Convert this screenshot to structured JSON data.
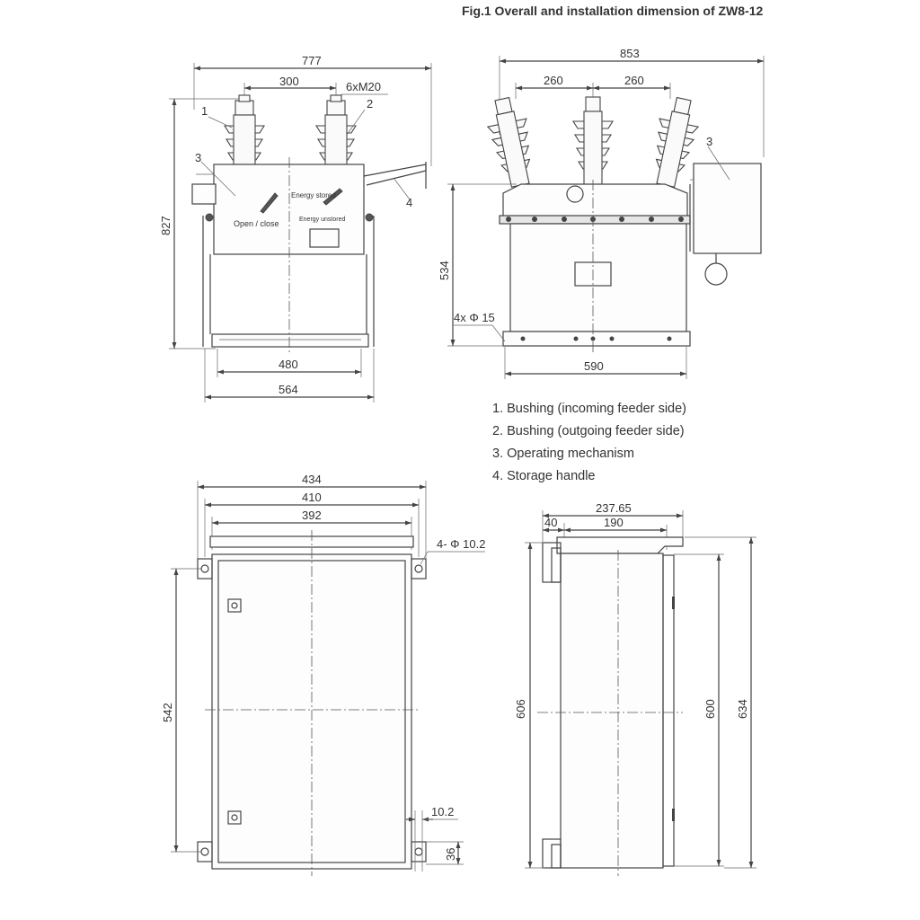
{
  "caption": "Fig.1 Overall and installation dimension of ZW8-12",
  "legend": [
    "1. Bushing (incoming feeder side)",
    "2. Bushing (outgoing feeder side)",
    "3. Operating mechanism",
    "4. Storage handle"
  ],
  "front_view": {
    "dims": {
      "overall_width": "777",
      "bushing_spacing": "300",
      "terminal_thread": "6xM20",
      "height": "827",
      "base_inner": "480",
      "base_outer": "564"
    },
    "callouts": [
      "1",
      "2",
      "3",
      "4"
    ],
    "labels": {
      "open_close": "Open / close",
      "energy_stored": "Energy stored",
      "energy_unstored": "Energy unstored"
    }
  },
  "side_view": {
    "dims": {
      "overall_width": "853",
      "spacing_left": "260",
      "spacing_right": "260",
      "height": "534",
      "holes": "4x Φ 15",
      "base_width": "590"
    },
    "callouts": [
      "3"
    ]
  },
  "cabinet_front": {
    "dims": {
      "w1": "434",
      "w2": "410",
      "w3": "392",
      "holes": "4- Φ 10.2",
      "height": "542",
      "hole_dia": "10.2",
      "lug": "36"
    }
  },
  "cabinet_side": {
    "dims": {
      "d1": "237.65",
      "d2": "40",
      "d3": "190",
      "h1": "606",
      "h2": "600",
      "h3": "634"
    }
  }
}
